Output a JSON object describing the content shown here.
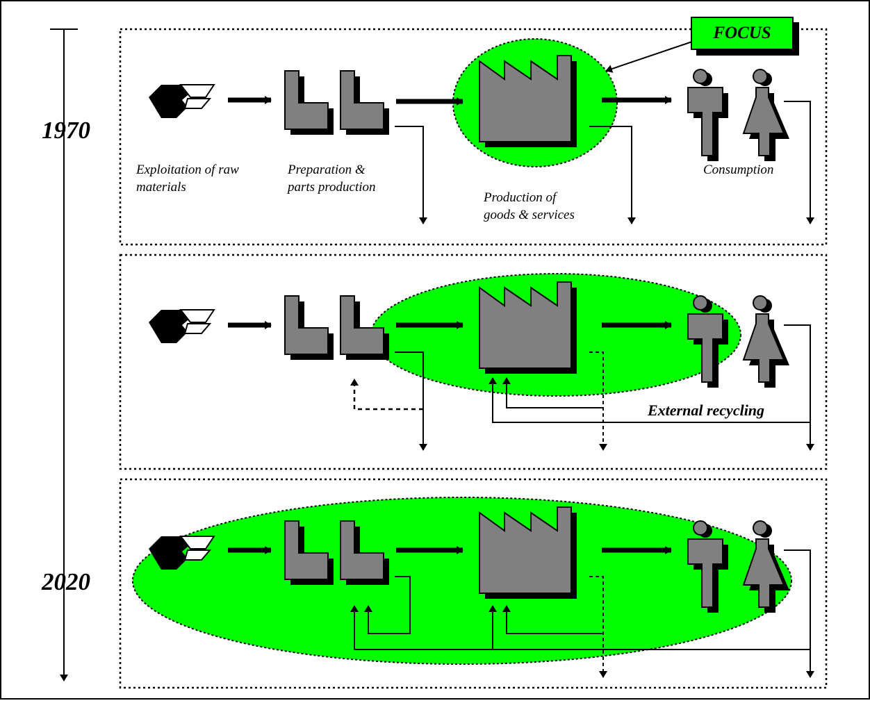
{
  "timeline": {
    "start_year": "1970",
    "end_year": "2020"
  },
  "focus_label": "FOCUS",
  "stages": {
    "raw": "Exploitation of raw\nmaterials",
    "prep": "Preparation &\nparts production",
    "goods": "Production of\ngoods & services",
    "consumption": "Consumption"
  },
  "external_recycling": "External recycling",
  "colors": {
    "focus_green": "#00ff00",
    "icon_gray": "#808080",
    "outline": "#000000"
  }
}
